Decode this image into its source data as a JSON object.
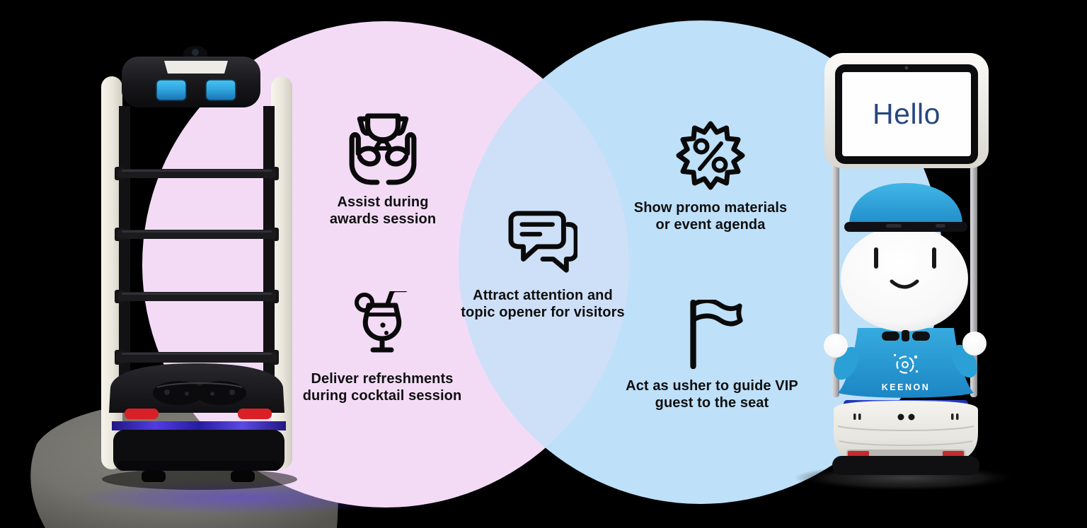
{
  "scene": {
    "background_color": "#000000",
    "venn": {
      "left_circle_color": "#F3DBF6",
      "right_circle_color": "#BEE0F8",
      "overlap_color": "#CEE0F7"
    },
    "features": [
      {
        "icon": "trophy-in-hands-icon",
        "zone": "left-circle",
        "label": "Assist during\nawards session"
      },
      {
        "icon": "cocktail-icon",
        "zone": "left-circle",
        "label": "Deliver refreshments\nduring cocktail session"
      },
      {
        "icon": "chat-bubbles-icon",
        "zone": "overlap",
        "label": "Attract attention and\ntopic opener for visitors"
      },
      {
        "icon": "percent-badge-icon",
        "zone": "right-circle",
        "label": "Show promo materials\nor event agenda"
      },
      {
        "icon": "flag-icon",
        "zone": "right-circle",
        "label": "Act as usher to guide VIP\nguest to the seat"
      }
    ],
    "greeter_robot": {
      "screen_text": "Hello",
      "brand": "KEENON",
      "screen_text_color": "#27477F"
    }
  }
}
